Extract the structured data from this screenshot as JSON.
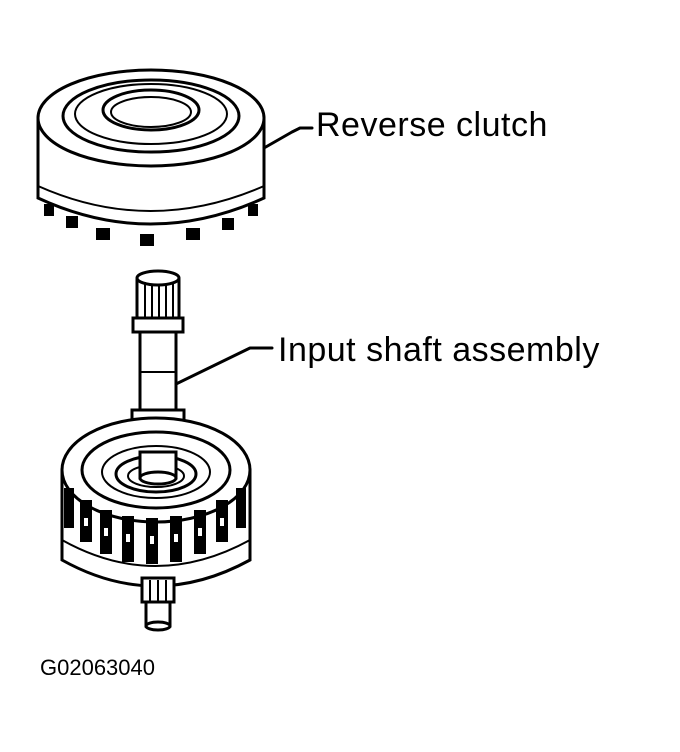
{
  "labels": {
    "reverse_clutch": "Reverse clutch",
    "input_shaft_assembly": "Input shaft assembly",
    "figure_id": "G02063040"
  },
  "colors": {
    "ink": "#000000",
    "background": "#ffffff"
  }
}
